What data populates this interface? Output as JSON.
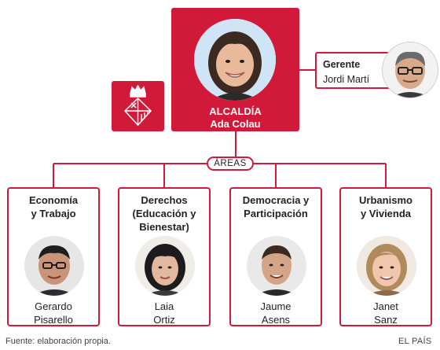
{
  "top": {
    "title": "ALCALDÍA",
    "name": "Ada Colau"
  },
  "gerente": {
    "role": "Gerente",
    "name": "Jordi Martí"
  },
  "areas_label": "ÁREAS",
  "areas": [
    {
      "title_lines": [
        "Economía",
        "y Trabajo"
      ],
      "name_lines": [
        "Gerardo",
        "Pisarello"
      ]
    },
    {
      "title_lines": [
        "Derechos",
        "(Educación y",
        "Bienestar)"
      ],
      "name_lines": [
        "Laia",
        "Ortiz"
      ]
    },
    {
      "title_lines": [
        "Democracia y",
        "Participación"
      ],
      "name_lines": [
        "Jaume",
        "Asens"
      ]
    },
    {
      "title_lines": [
        "Urbanismo",
        "y Vivienda"
      ],
      "name_lines": [
        "Janet",
        "Sanz"
      ]
    }
  ],
  "footer": {
    "source": "Fuente: elaboración propia.",
    "credit": "EL PAÍS"
  },
  "colors": {
    "accent": "#d11a3a",
    "text": "#222222"
  },
  "icons": {
    "logo": "barcelona-coat-of-arms-icon"
  }
}
